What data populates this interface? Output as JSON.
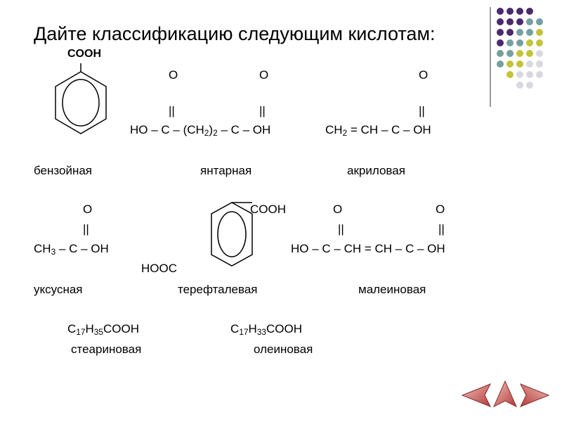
{
  "title": "Дайте классификацию следующим кислотам:",
  "colors": {
    "purple": "#4a2a6e",
    "teal": "#74a0a0",
    "olive": "#c3c33a",
    "lightgray": "#d8d8e0",
    "nav": "#c84a4a"
  },
  "row1": {
    "benzoic_group": "COOH",
    "o1": "O",
    "o2": "O",
    "o3": "O",
    "bond1": "||",
    "bond2": "||",
    "bond3": "||",
    "succinic_formula_a": "HO – C – (CH",
    "succinic_sub": "2",
    "succinic_formula_b": ")",
    "succinic_sub2": "2",
    "succinic_formula_c": " – C – OH",
    "acrylic_a": "CH",
    "acrylic_sub": "2",
    "acrylic_b": " = CH – C – OH",
    "name1": "бензойная",
    "name2": "янтарная",
    "name3": "акриловая"
  },
  "row2": {
    "o_acetic": "O",
    "bond_acetic": "||",
    "acetic_a": "CH",
    "acetic_sub": "3",
    "acetic_b": " – C – OH",
    "tere_top": "COOH",
    "tere_bottom": "HOOC",
    "o_mal1": "O",
    "o_mal2": "O",
    "bond_mal1": "||",
    "bond_mal2": "||",
    "maleic": "HO – C – CH = CH – C – OH",
    "name1": "уксусная",
    "name2": "терефталевая",
    "name3": "малеиновая"
  },
  "row3": {
    "stearic_a": "C",
    "stearic_s1": "17",
    "stearic_b": "H",
    "stearic_s2": "35",
    "stearic_c": "COOH",
    "oleic_a": "C",
    "oleic_s1": "17",
    "oleic_b": "H",
    "oleic_s2": "33",
    "oleic_c": "COOH",
    "name1": "стеариновая",
    "name2": "олеиновая"
  },
  "nav": {
    "prev": "previous-slide",
    "home": "home",
    "next": "next-slide"
  }
}
